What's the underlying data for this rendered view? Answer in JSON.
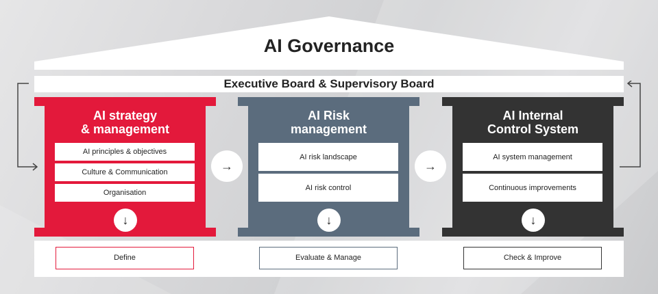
{
  "title": "AI Governance",
  "board": "Executive Board & Supervisory Board",
  "colors": {
    "red": "#e3193b",
    "slate": "#5b6c7d",
    "dark": "#333333"
  },
  "pillars": [
    {
      "title_line1": "AI strategy",
      "title_line2": "& management",
      "items": [
        "AI principles & objectives",
        "Culture & Communication",
        "Organisation"
      ],
      "outcome": "Define"
    },
    {
      "title_line1": "AI Risk",
      "title_line2": "management",
      "items": [
        "AI risk landscape",
        "AI risk control"
      ],
      "outcome": "Evaluate & Manage"
    },
    {
      "title_line1": "AI Internal",
      "title_line2": "Control System",
      "items": [
        "AI system management",
        "Continuous improvements"
      ],
      "outcome": "Check & Improve"
    }
  ],
  "icons": {
    "down": "↓",
    "right": "→"
  }
}
